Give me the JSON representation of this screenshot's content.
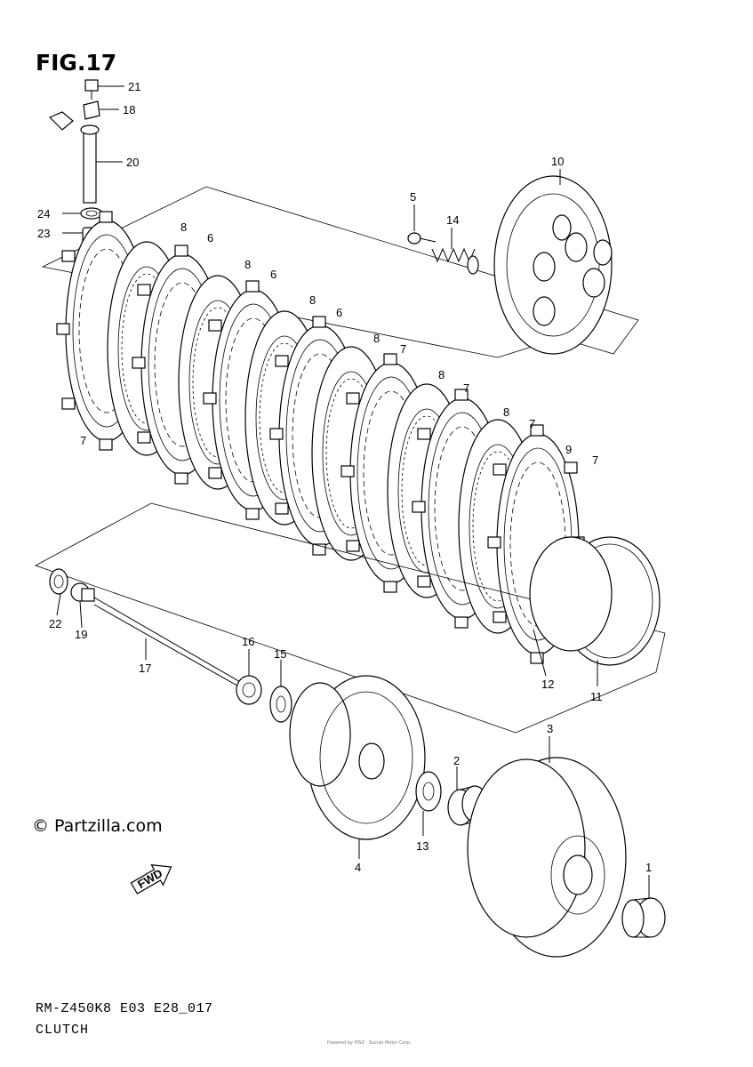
{
  "title": "FIG.17",
  "copyright": "© Partzilla.com",
  "model_code": "RM-Z450K8 E03 E28_017",
  "section_name": "CLUTCH",
  "fine_print": "Powered by PISO · Suzuki Motor Corp.",
  "direction_marker": "FWD",
  "callouts": {
    "c1": "1",
    "c2": "2",
    "c3": "3",
    "c4": "4",
    "c5": "5",
    "c6a": "6",
    "c6b": "6",
    "c6c": "6",
    "c7a": "7",
    "c7b": "7",
    "c7c": "7",
    "c7d": "7",
    "c7e": "7",
    "c8a": "8",
    "c8b": "8",
    "c8c": "8",
    "c8d": "8",
    "c8e": "8",
    "c8f": "8",
    "c9": "9",
    "c10": "10",
    "c11": "11",
    "c12": "12",
    "c13": "13",
    "c14": "14",
    "c15": "15",
    "c16": "16",
    "c17": "17",
    "c18": "18",
    "c19": "19",
    "c20": "20",
    "c21": "21",
    "c22": "22",
    "c23": "23",
    "c24": "24"
  },
  "parts": [
    {
      "no": "1",
      "icon": "collar-icon"
    },
    {
      "no": "2",
      "icon": "needle-bearing-icon"
    },
    {
      "no": "3",
      "icon": "clutch-housing-icon"
    },
    {
      "no": "4",
      "icon": "clutch-sleeve-hub-icon"
    },
    {
      "no": "5",
      "icon": "bolt-icon"
    },
    {
      "no": "6",
      "icon": "drive-plate-icon"
    },
    {
      "no": "7",
      "icon": "drive-plate-icon"
    },
    {
      "no": "8",
      "icon": "driven-plate-icon"
    },
    {
      "no": "9",
      "icon": "driven-plate-icon"
    },
    {
      "no": "10",
      "icon": "pressure-plate-icon"
    },
    {
      "no": "11",
      "icon": "wire-ring-icon"
    },
    {
      "no": "12",
      "icon": "spring-seat-icon"
    },
    {
      "no": "13",
      "icon": "thrust-washer-icon"
    },
    {
      "no": "14",
      "icon": "clutch-spring-icon"
    },
    {
      "no": "15",
      "icon": "lock-washer-icon"
    },
    {
      "no": "16",
      "icon": "nut-icon"
    },
    {
      "no": "17",
      "icon": "push-rod-icon"
    },
    {
      "no": "18",
      "icon": "clamp-icon"
    },
    {
      "no": "19",
      "icon": "push-piece-icon"
    },
    {
      "no": "20",
      "icon": "release-shaft-icon"
    },
    {
      "no": "21",
      "icon": "bolt-icon"
    },
    {
      "no": "22",
      "icon": "oil-seal-icon"
    },
    {
      "no": "23",
      "icon": "bearing-icon"
    },
    {
      "no": "24",
      "icon": "oil-seal-icon"
    }
  ]
}
